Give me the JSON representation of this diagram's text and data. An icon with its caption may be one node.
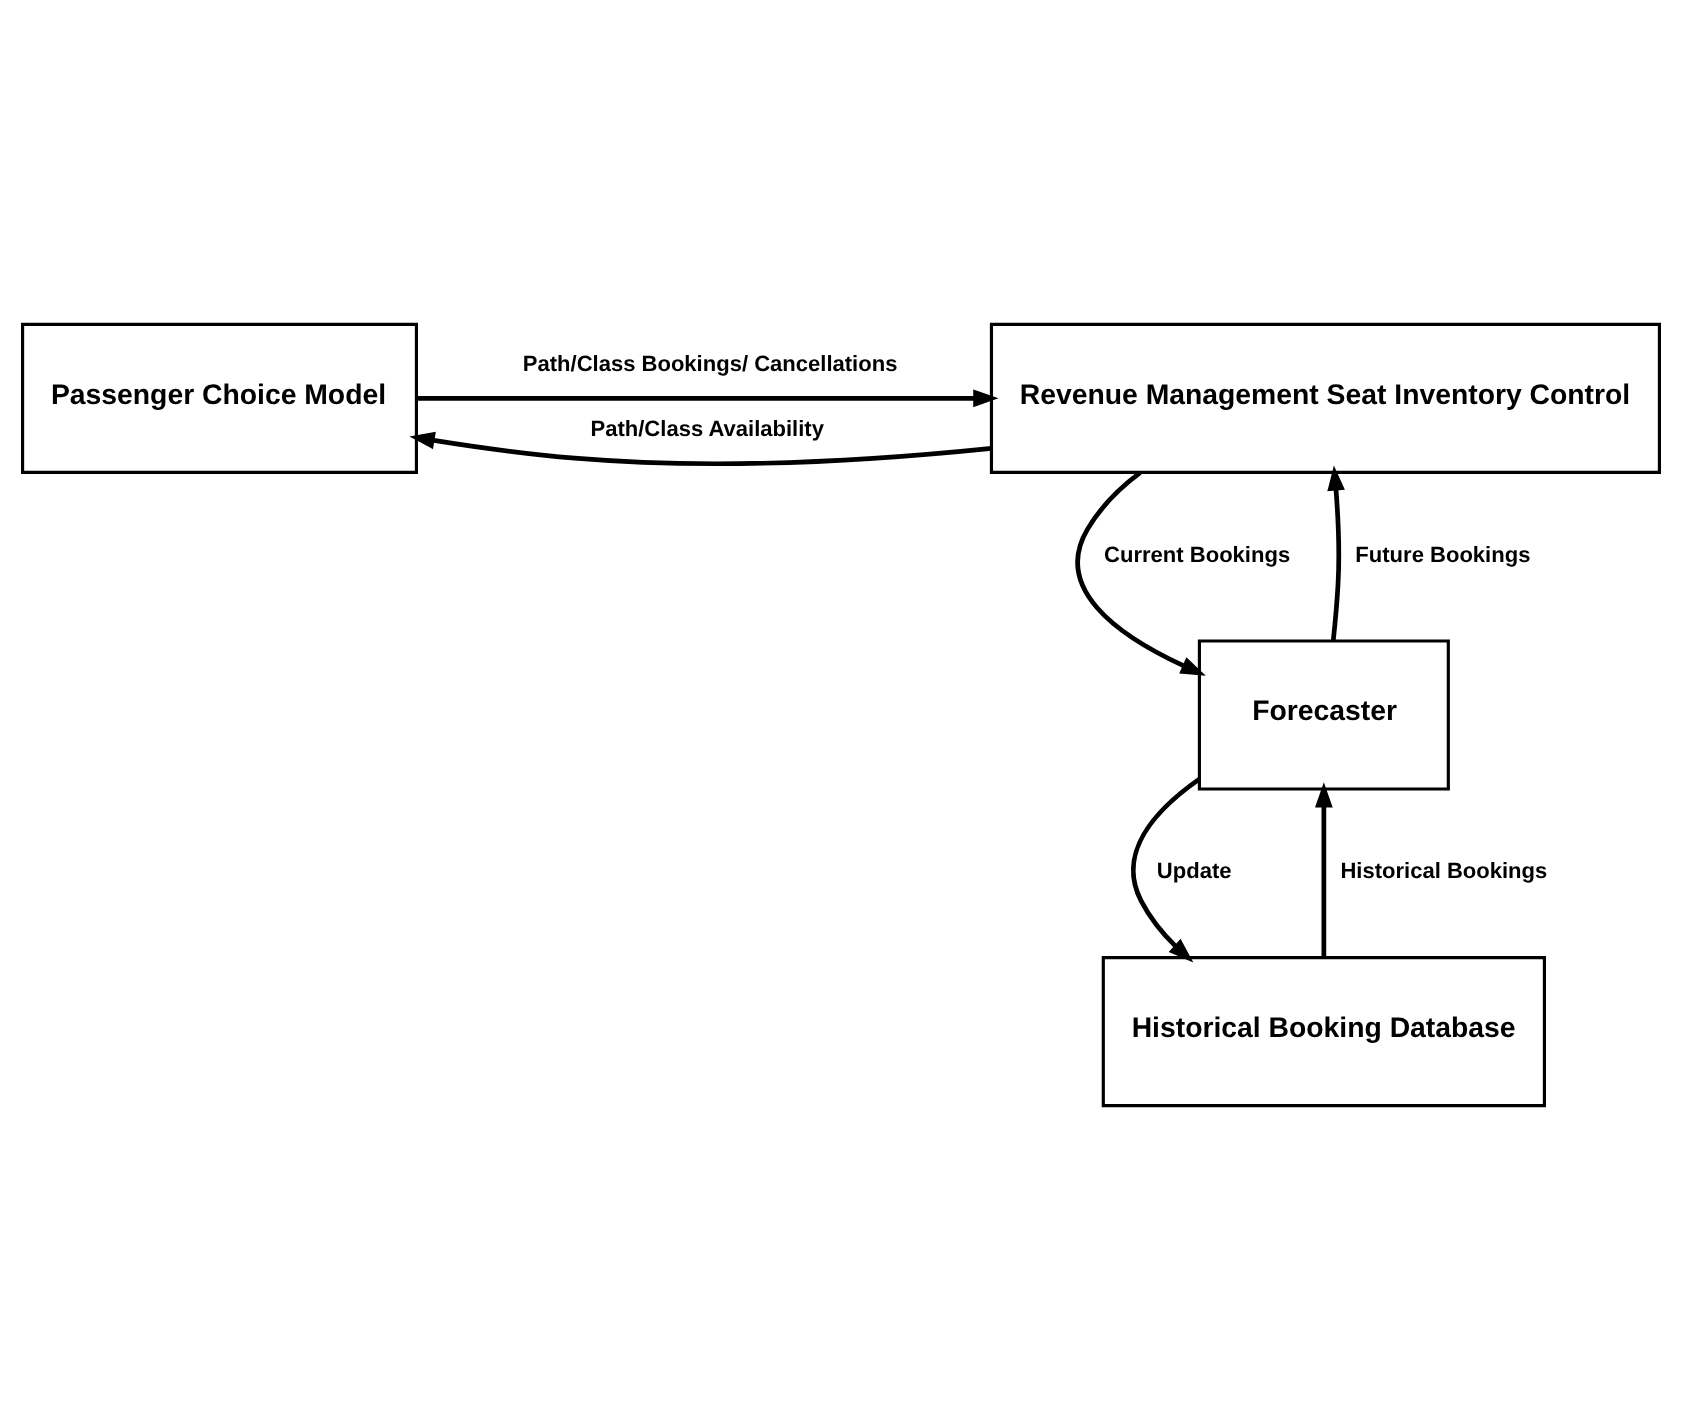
{
  "diagram": {
    "nodes": [
      {
        "text": [
          "Passenger Choice Model"
        ]
      },
      {
        "text": [
          "Revenue Management Seat Inventory Control"
        ]
      },
      {
        "text": [
          "Forecaster"
        ]
      },
      {
        "text": [
          "Historical Booking Database"
        ]
      }
    ],
    "edges": [
      {
        "from": 1,
        "to": 0,
        "arrow": "to",
        "label": "Path/Class Availability"
      },
      {
        "from": 0,
        "to": 1,
        "arrow": "to",
        "label": "Path/Class Bookings/ Cancellations"
      },
      {
        "from": 1,
        "to": 2,
        "arrow": "to",
        "label": "Current Bookings"
      },
      {
        "from": 2,
        "to": 1,
        "arrow": "to",
        "label": "Future Bookings"
      },
      {
        "from": 2,
        "to": 3,
        "arrow": "to",
        "label": "Update"
      },
      {
        "from": 3,
        "to": 2,
        "arrow": "to",
        "label": "Historical Bookings"
      }
    ]
  }
}
